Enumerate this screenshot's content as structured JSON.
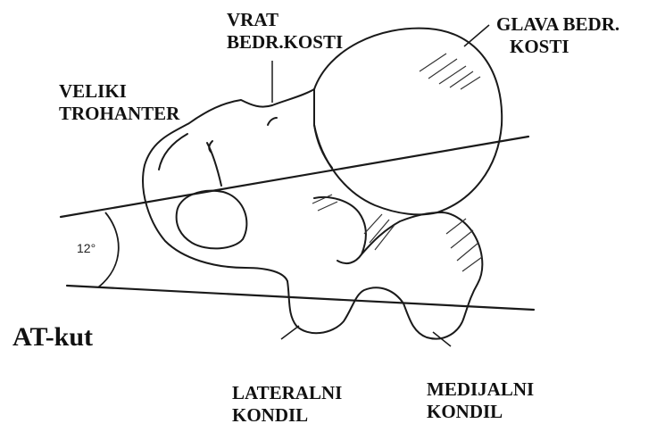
{
  "labels": {
    "vrat": {
      "line1": "VRAT",
      "line2": "BEDR.KOSTI"
    },
    "glava": {
      "line1": "GLAVA BEDR.",
      "line2": "KOSTI"
    },
    "veliki": {
      "line1": "VELIKI",
      "line2": "TROHANTER"
    },
    "lateralni": {
      "line1": "LATERALNI",
      "line2": "KONDIL"
    },
    "medijalni": {
      "line1": "MEDIJALNI",
      "line2": "KONDIL"
    },
    "angle": "12°",
    "title": "AT-kut"
  }
}
